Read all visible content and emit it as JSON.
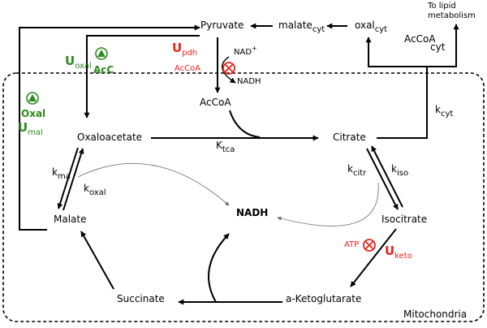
{
  "nodes": {
    "pyruvate": "Pyruvate",
    "malate_cyt": "malate",
    "malate_cyt_sub": "cyt",
    "oxal_cyt": "oxal",
    "oxal_cyt_sub": "cyt",
    "lipid_line1": "To lipid",
    "lipid_line2": "metabolism",
    "acc_cyt": "AcCoA",
    "acc_cyt_sub": "cyt",
    "accoa": "AcCoA",
    "oxaloacetate": "Oxaloacetate",
    "citrate": "Citrate",
    "malate": "Malate",
    "isocitrate": "Isocitrate",
    "succinate": "Succinate",
    "aketo": "a-Ketoglutarate",
    "nadh_center": "NADH"
  },
  "cofactors": {
    "nad": "NAD",
    "nad_sup": "+",
    "nadh_small": "NADH",
    "atp": "ATP"
  },
  "rates": {
    "k_cyt": "k",
    "k_cyt_sub": "cyt",
    "k_tca": "K",
    "k_tca_sub": "tca",
    "k_ma": "k",
    "k_ma_sub": "ma",
    "k_oxal": "k",
    "k_oxal_sub": "oxal",
    "k_citr": "k",
    "k_citr_sub": "citr",
    "k_iso": "k",
    "k_iso_sub": "iso"
  },
  "controls": {
    "u_pdh": "U",
    "u_pdh_sub": "pdh",
    "u_pdh_sig": "AcCoA",
    "u_oxal": "U",
    "u_oxal_sub": "oxal",
    "u_oxal_sig": "AcC",
    "u_mal_sig": "Oxal",
    "u_mal": "U",
    "u_mal_sub": "mal",
    "u_keto": "U",
    "u_keto_sub": "keto"
  },
  "compartment": "Mitochondria",
  "colors": {
    "inhibit": "#e8231c",
    "activate": "#2e8b1e",
    "stroke": "#000000"
  }
}
